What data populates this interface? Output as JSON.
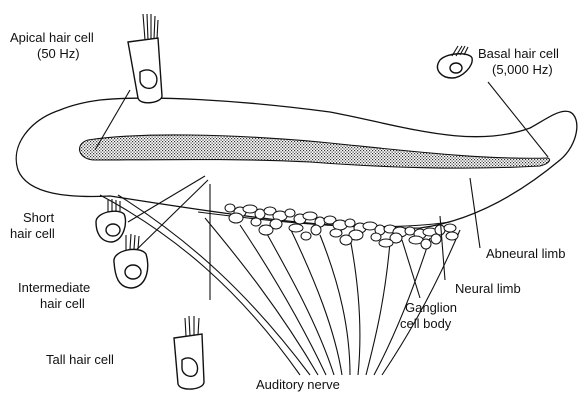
{
  "labels": {
    "apical_line1": "Apical hair cell",
    "apical_line2": "(50 Hz)",
    "basal_line1": "Basal hair cell",
    "basal_line2": "(5,000 Hz)",
    "short_line1": "Short",
    "short_line2": "hair cell",
    "intermediate_line1": "Intermediate",
    "intermediate_line2": "hair cell",
    "tall": "Tall hair cell",
    "abneural": "Abneural limb",
    "neural": "Neural limb",
    "ganglion_line1": "Ganglion",
    "ganglion_line2": "cell body",
    "nerve": "Auditory nerve"
  }
}
